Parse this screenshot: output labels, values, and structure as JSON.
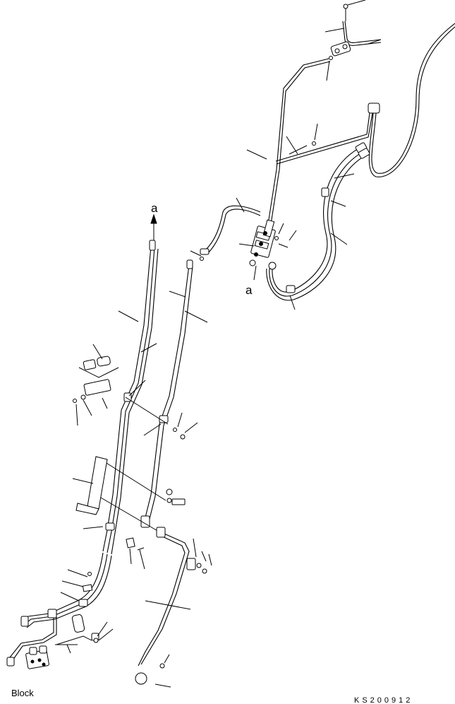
{
  "diagram": {
    "callout_a_top": "a",
    "callout_a_valve": "a",
    "corner_label": "Block",
    "drawing_code": "KS200912"
  }
}
